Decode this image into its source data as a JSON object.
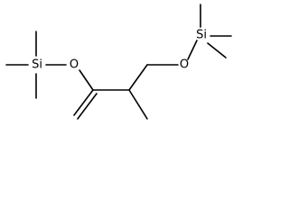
{
  "molecule": {
    "atoms": {
      "si_left": "Si",
      "o_left": "O",
      "o_right": "O",
      "si_right": "Si"
    }
  }
}
